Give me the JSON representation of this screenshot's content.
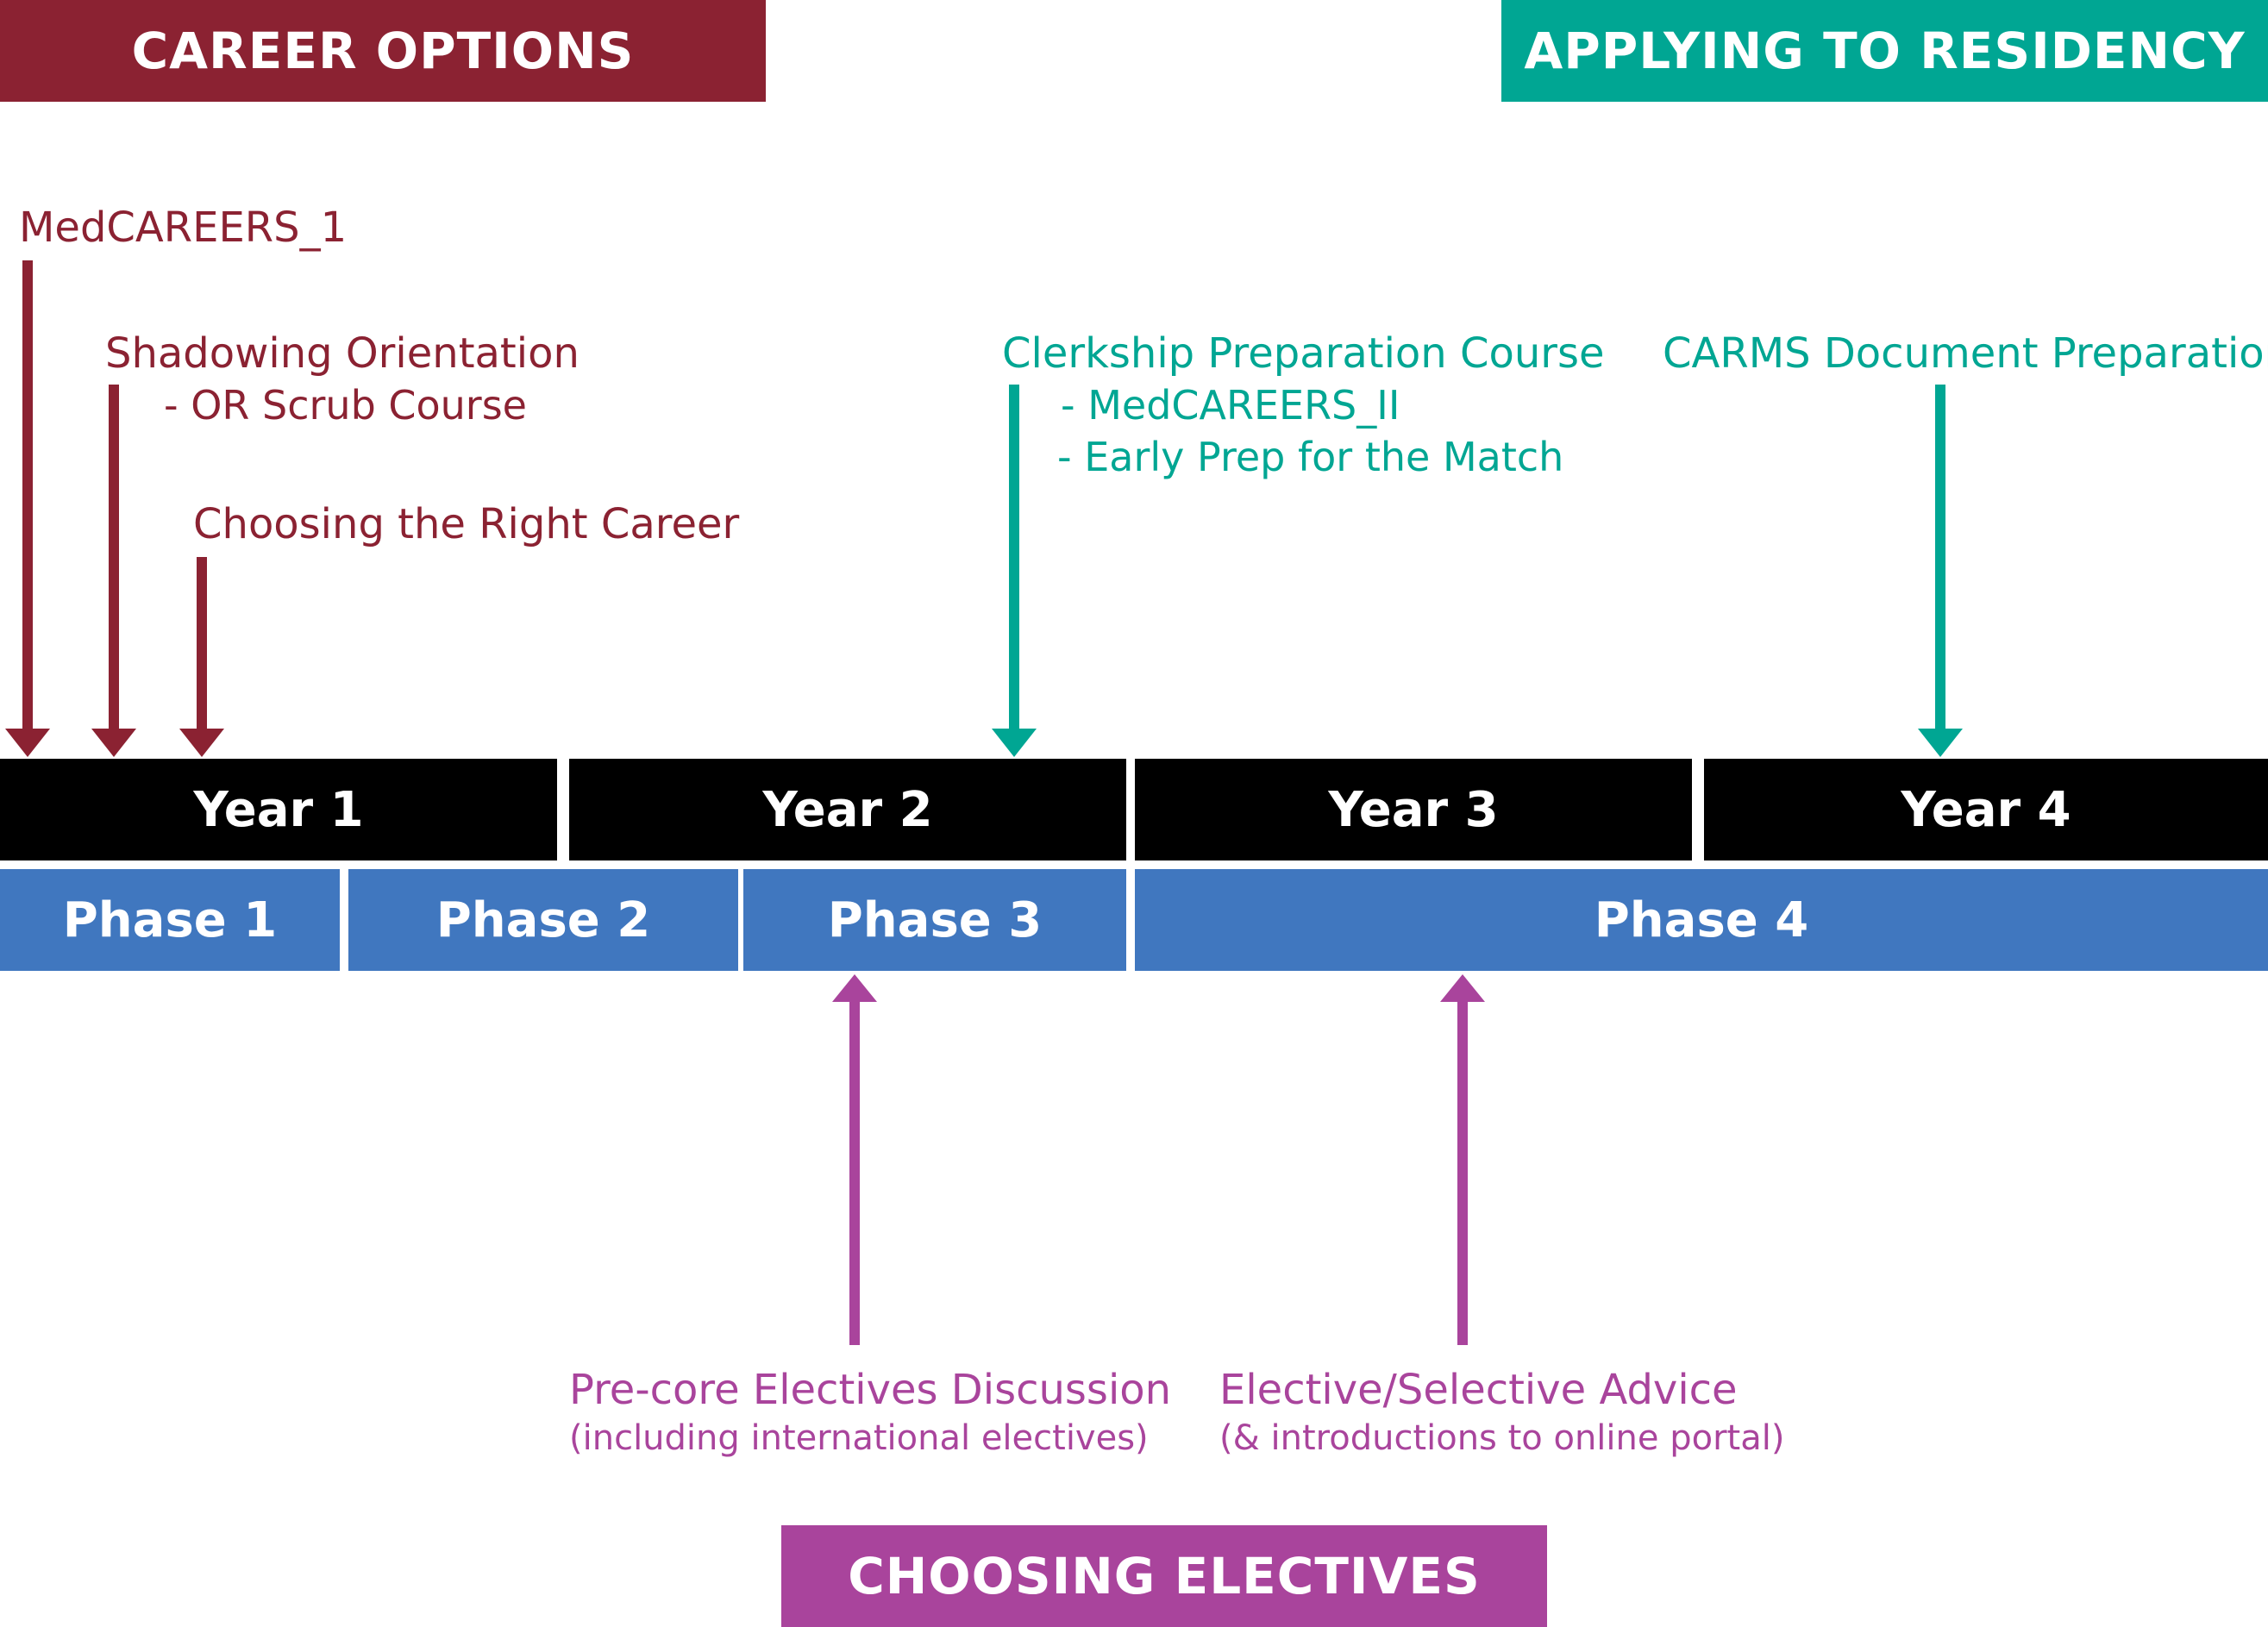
{
  "headers": {
    "career_options": "CAREER OPTIONS",
    "applying_to_residency": "APPLYING TO RESIDENCY",
    "choosing_electives": "CHOOSING ELECTIVES"
  },
  "years": [
    "Year 1",
    "Year 2",
    "Year 3",
    "Year 4"
  ],
  "phases": [
    "Phase 1",
    "Phase 2",
    "Phase 3",
    "Phase 4"
  ],
  "career_items": {
    "medcareers_1": "MedCAREERS_1",
    "shadowing_orientation": "Shadowing Orientation",
    "or_scrub_course": "- OR Scrub Course",
    "choosing_right_career": "Choosing the Right Career"
  },
  "residency_items": {
    "clerkship_prep": "Clerkship Preparation Course",
    "medcareers_ii": "- MedCAREERS_II",
    "early_prep": "- Early Prep for the Match",
    "carms_doc_prep": "CARMS Document Preparation"
  },
  "elective_items": {
    "precore_title": "Pre-core Electives Discussion",
    "precore_sub": "(including international electives)",
    "elective_advice_title": "Elective/Selective Advice",
    "elective_advice_sub": "(& introductions to online portal)"
  },
  "colors": {
    "maroon": "#8b2232",
    "teal": "#00a693",
    "purple": "#a9449c",
    "year_bar": "#000000",
    "phase_bar": "#4077bf"
  }
}
